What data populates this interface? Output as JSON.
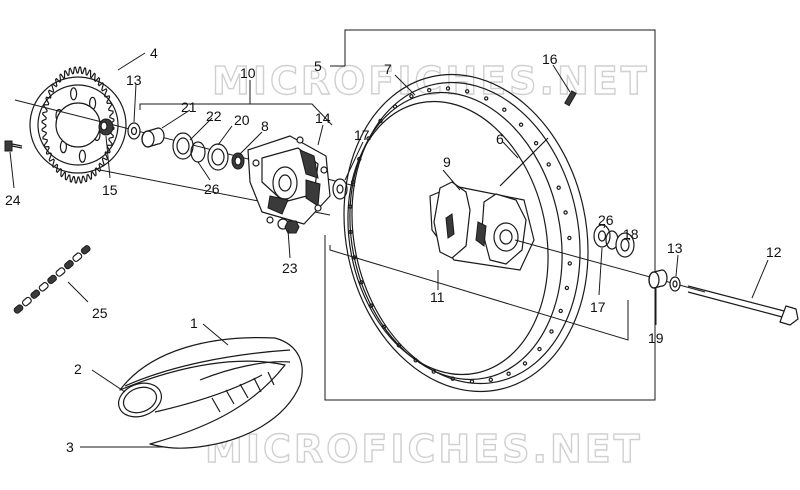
{
  "watermark": {
    "top": "MICROFICHES.NET",
    "bottom": "MICROFICHES.NET"
  },
  "callouts": {
    "c1": "1",
    "c2": "2",
    "c3": "3",
    "c4": "4",
    "c5": "5",
    "c6": "6",
    "c7": "7",
    "c8": "8",
    "c9": "9",
    "c10": "10",
    "c11": "11",
    "c12": "12",
    "c13a": "13",
    "c13b": "13",
    "c14": "14",
    "c15": "15",
    "c16": "16",
    "c17a": "17",
    "c17b": "17",
    "c18": "18",
    "c19": "19",
    "c20": "20",
    "c21": "21",
    "c22": "22",
    "c23": "23",
    "c24": "24",
    "c25": "25",
    "c26a": "26",
    "c26b": "26"
  }
}
